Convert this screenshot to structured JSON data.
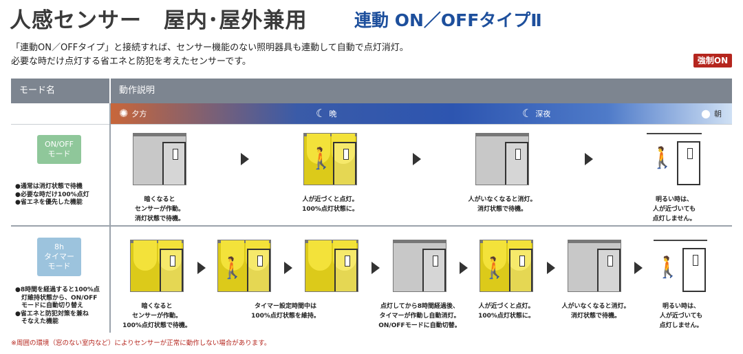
{
  "header": {
    "title": "人感センサー　屋内･屋外兼用",
    "subtitle": "連動 ON／OFFタイプⅡ",
    "intro_line1": "「連動ON／OFFタイプ」と接続すれば、センサー機能のない照明器具も連動して自動で点灯消灯。",
    "intro_line2": "必要な時だけ点灯する省エネと防犯を考えたセンサーです。",
    "badge": "強制ON"
  },
  "table": {
    "col_mode": "モード名",
    "col_desc": "動作説明",
    "times": [
      {
        "label": "夕方",
        "icon": "sun-icon"
      },
      {
        "label": "晩",
        "icon": "moon-icon"
      },
      {
        "label": "深夜",
        "icon": "moon-icon"
      },
      {
        "label": "朝",
        "icon": "sun-icon"
      }
    ]
  },
  "modes": [
    {
      "name_line1": "ON/OFF",
      "name_line2": "モード",
      "notes": [
        "●通常は消灯状態で待機",
        "●必要な時だけ100%点灯",
        "●省エネを優先した機能"
      ],
      "steps": [
        {
          "caption": [
            "暗くなると",
            "センサーが作動。",
            "消灯状態で待機。"
          ]
        },
        {
          "caption": [
            "人が近づくと点灯。",
            "100%点灯状態に。"
          ]
        },
        {
          "caption": [
            "人がいなくなると消灯。",
            "消灯状態で待機。"
          ]
        },
        {
          "caption": [
            "明るい時は、",
            "人が近づいても",
            "点灯しません。"
          ]
        }
      ]
    },
    {
      "name_line1": "8h",
      "name_line2": "タイマー",
      "name_line3": "モード",
      "notes": [
        "●8時間を経過すると100%点",
        "　灯維持状態から、ON/OFF",
        "　モードに自動切り替え",
        "●省エネと防犯対策を兼ね",
        "　そなえた機能"
      ],
      "steps": [
        {
          "caption": [
            "暗くなると",
            "センサーが作動。",
            "100%点灯状態で待機。"
          ]
        },
        {
          "caption": [
            "タイマー設定時間中は",
            "100%点灯状態を維持。"
          ]
        },
        {
          "caption": [
            "点灯してから8時間経過後、",
            "タイマーが作動し自動消灯。",
            "ON/OFFモードに自動切替。"
          ]
        },
        {
          "caption": [
            "人が近づくと点灯。",
            "100%点灯状態に。"
          ]
        },
        {
          "caption": [
            "人がいなくなると消灯。",
            "消灯状態で待機。"
          ]
        },
        {
          "caption": [
            "明るい時は、",
            "人が近づいても",
            "点灯しません。"
          ]
        }
      ]
    }
  ],
  "footnote": "※周囲の環境（窓のない室内など）によりセンサーが正常に動作しない場合があります。",
  "colors": {
    "accent": "#1d4f9c",
    "badge": "#b5261e",
    "header": "#7d8590",
    "mode1": "#8fc79a",
    "mode2": "#9cc3dd",
    "light": "#f3e23a"
  }
}
